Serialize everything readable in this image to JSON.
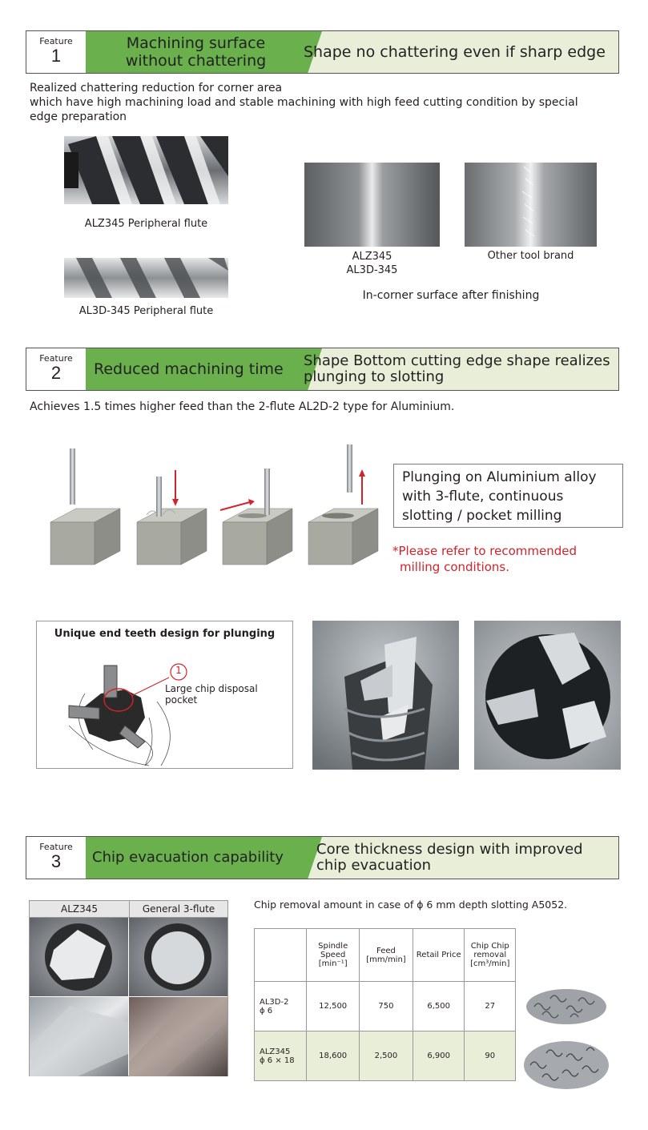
{
  "features": [
    {
      "label": "Feature",
      "number": "1",
      "title_line1": "Machining surface",
      "title_line2": "without chattering",
      "desc_line1": "Shape  no chattering even if sharp edge",
      "desc_line2": ""
    },
    {
      "label": "Feature",
      "number": "2",
      "title_line1": "Reduced machining time",
      "title_line2": "",
      "desc_line1": "Shape Bottom cutting edge shape realizes",
      "desc_line2": "plunging to slotting"
    },
    {
      "label": "Feature",
      "number": "3",
      "title_line1": "Chip evacuation capability",
      "title_line2": "",
      "desc_line1": "Core thickness design with improved",
      "desc_line2": "chip evacuation"
    }
  ],
  "feature1": {
    "intro_line1": "Realized chattering reduction for corner area",
    "intro_line2": "which have high machining load and stable machining with high feed cutting condition by special",
    "intro_line3": "edge preparation",
    "caption_alz": "ALZ345 Peripheral flute",
    "caption_al3d": "AL3D-345 Peripheral flute",
    "caption_surface1_line1": "ALZ345",
    "caption_surface1_line2": "AL3D-345",
    "caption_surface2": "Other tool brand",
    "caption_incorner": "In-corner surface after finishing"
  },
  "feature2": {
    "intro": "Achieves 1.5 times higher feed than the 2-flute AL2D-2 type for Aluminium.",
    "box_line1": "Plunging on Aluminium alloy",
    "box_line2": "with 3-flute, continuous",
    "box_line3": "slotting / pocket milling",
    "note_line1": "*Please refer to recommended",
    "note_line2": "milling conditions.",
    "diagram_title": "Unique end teeth design for plunging",
    "callout_num": "1",
    "callout_text": "Large chip disposal pocket"
  },
  "feature3": {
    "col_alz": "ALZ345",
    "col_general": "General 3-flute",
    "table_caption": "Chip removal amount in case of ϕ 6 mm depth slotting A5052.",
    "headers": [
      "",
      "Spindle Speed [min⁻¹]",
      "Feed [mm/min]",
      "Retail Price",
      "Chip Chip removal [cm³/min]"
    ],
    "rows": [
      {
        "name_line1": "AL3D-2",
        "name_line2": "ϕ 6",
        "speed": "12,500",
        "feed": "750",
        "price": "6,500",
        "chip": "27"
      },
      {
        "name_line1": "ALZ345",
        "name_line2": "ϕ 6 × 18",
        "speed": "18,600",
        "feed": "2,500",
        "price": "6,900",
        "chip": "90"
      }
    ]
  },
  "colors": {
    "green": "#6ab04c",
    "light_green": "#e8eed8",
    "red": "#d2232a"
  }
}
